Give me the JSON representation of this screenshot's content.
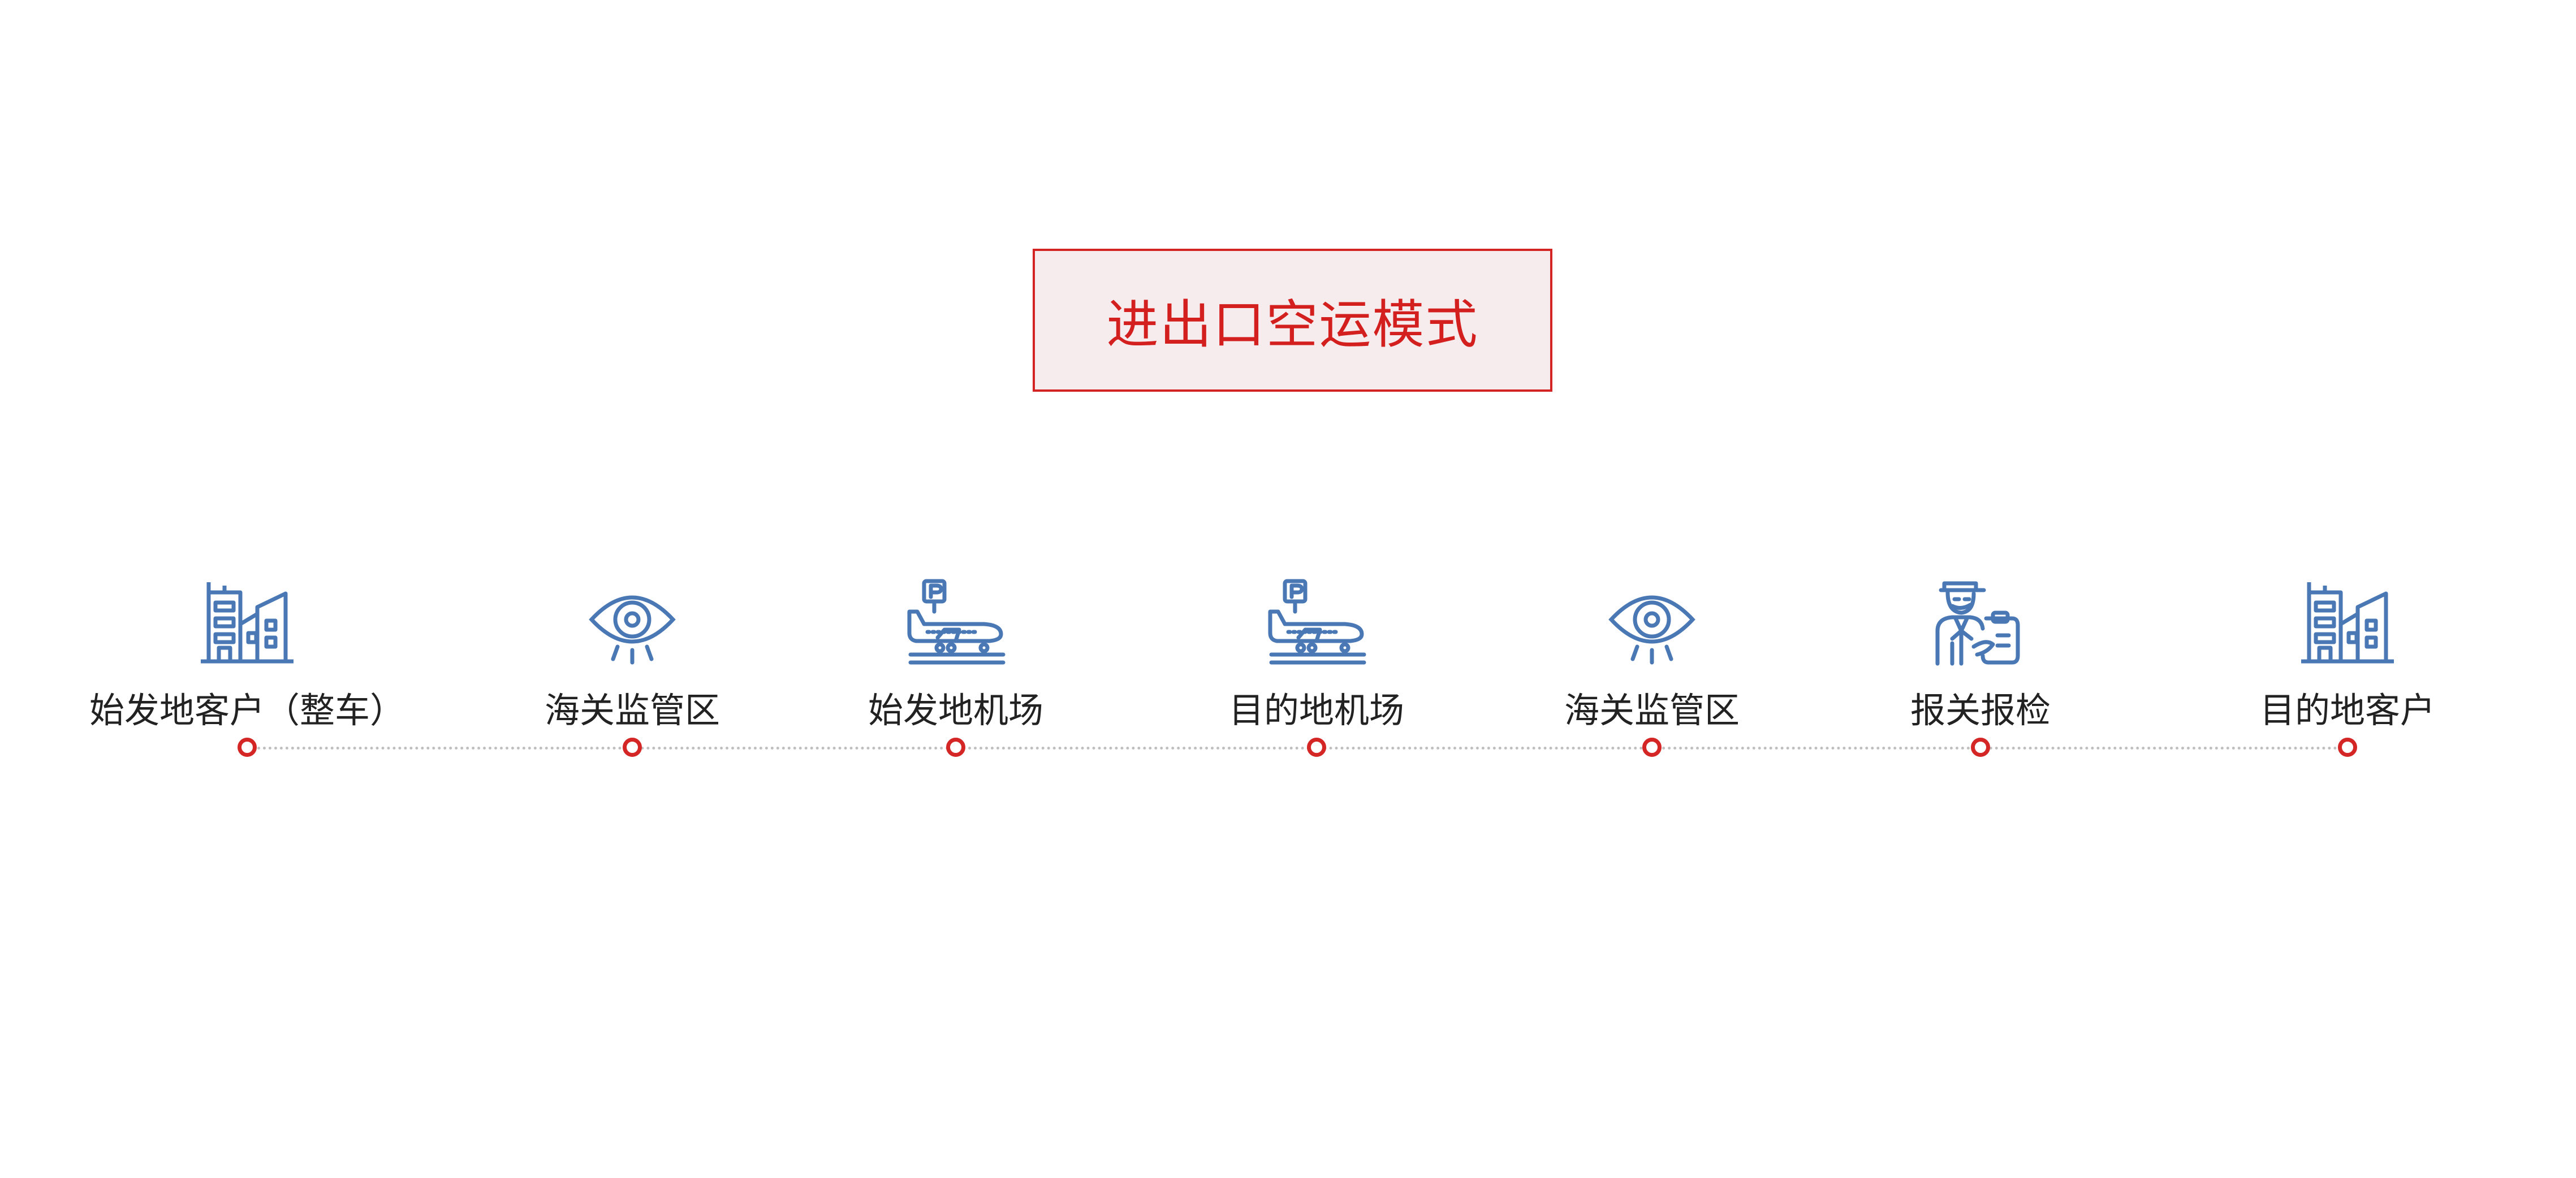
{
  "title": "进出口空运模式",
  "colors": {
    "accent": "#d32323",
    "title_bg": "#f6ecee",
    "icon": "#4a78b5",
    "connector": "#bfbfbf"
  },
  "steps": [
    {
      "label": "始发地客户（整车）",
      "icon": "office-building-icon"
    },
    {
      "label": "海关监管区",
      "icon": "eye-icon"
    },
    {
      "label": "始发地机场",
      "icon": "airplane-parking-icon"
    },
    {
      "label": "目的地机场",
      "icon": "airplane-parking-icon"
    },
    {
      "label": "海关监管区",
      "icon": "eye-icon"
    },
    {
      "label": "报关报检",
      "icon": "customs-officer-icon"
    },
    {
      "label": "目的地客户",
      "icon": "office-building-icon"
    }
  ]
}
